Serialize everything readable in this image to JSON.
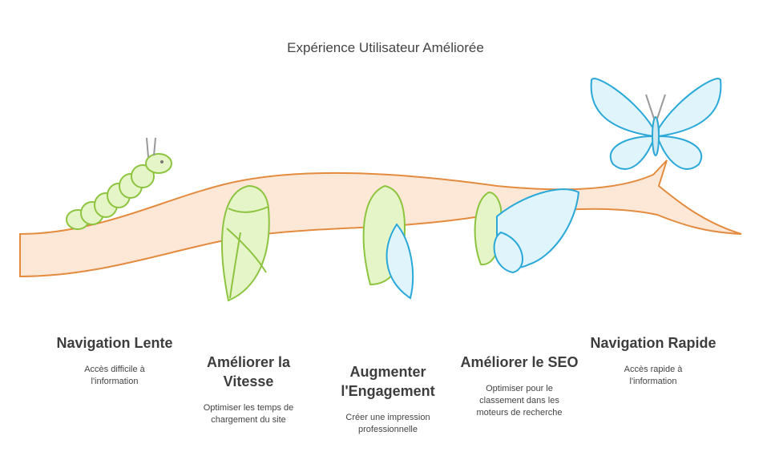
{
  "title": "Expérience Utilisateur Améliorée",
  "colors": {
    "branch_fill": "#fde8d8",
    "branch_stroke": "#e38b3e",
    "green_fill": "#e6f5c8",
    "green_stroke": "#8cc43f",
    "blue_fill": "#dff4fb",
    "blue_stroke": "#2aa8d8"
  },
  "stages": [
    {
      "title": "Navigation Lente",
      "description": "Accès difficile à l'information",
      "icon": "caterpillar-icon"
    },
    {
      "title": "Améliorer la Vitesse",
      "description": "Optimiser les temps de chargement du site",
      "icon": "chrysalis-icon"
    },
    {
      "title": "Augmenter l'Engagement",
      "description": "Créer une impression professionnelle",
      "icon": "chrysalis-emerging-icon"
    },
    {
      "title": "Améliorer le SEO",
      "description": "Optimiser pour le classement dans les moteurs de recherche",
      "icon": "butterfly-emerging-icon"
    },
    {
      "title": "Navigation Rapide",
      "description": "Accès rapide à l'information",
      "icon": "butterfly-icon"
    }
  ]
}
